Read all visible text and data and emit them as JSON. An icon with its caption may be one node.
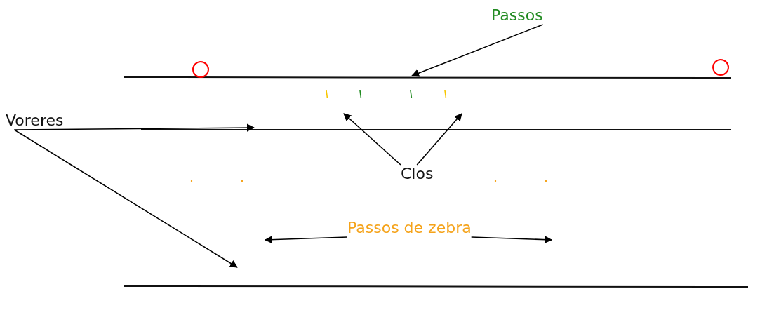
{
  "diagram": {
    "nodes": [
      {
        "text": [
          "Passos"
        ]
      },
      {
        "text": [
          "Voreres"
        ]
      },
      {
        "text": [
          "Clos"
        ]
      },
      {
        "text": [
          "Passos de zebra"
        ]
      }
    ],
    "edges": [
      {
        "from": 0,
        "to": null,
        "arrow": "to"
      },
      {
        "from": 1,
        "to": null,
        "arrow": "to"
      },
      {
        "from": 1,
        "to": null,
        "arrow": "to"
      },
      {
        "from": 2,
        "to": null,
        "arrow": "to"
      },
      {
        "from": 2,
        "to": null,
        "arrow": "to"
      },
      {
        "from": 3,
        "to": null,
        "arrow": "to"
      },
      {
        "from": 3,
        "to": null,
        "arrow": "to"
      }
    ]
  }
}
